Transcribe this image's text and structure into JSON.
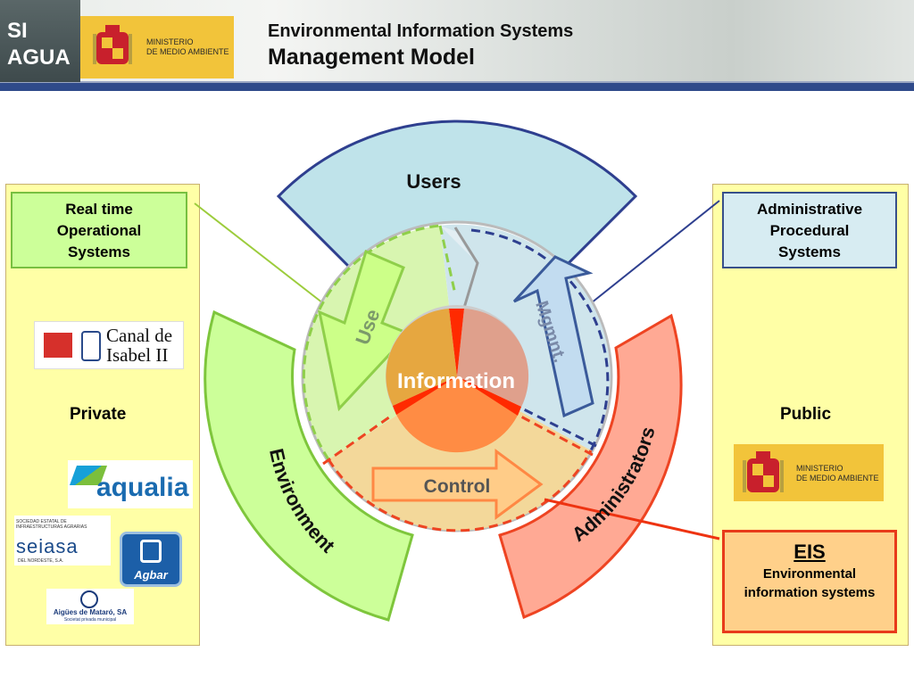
{
  "header": {
    "brand": [
      "SI",
      "AGUA"
    ],
    "ministry": [
      "MINISTERIO",
      "DE MEDIO AMBIENTE"
    ],
    "title": "Environmental Information Systems",
    "subtitle": "Management Model"
  },
  "left_panel": {
    "box": [
      "Real time",
      "Operational",
      "Systems"
    ],
    "label": "Private",
    "logos": {
      "canal": [
        "Canal de",
        "Isabel II"
      ],
      "aqualia": "aqualia",
      "seiasa_small": "SOCIEDAD ESTATAL DE INFRAESTRUCTURAS AGRARIAS",
      "seiasa": "seiasa",
      "seiasa_sub": "DEL NORDESTE, S.A.",
      "agbar": "Agbar",
      "matar": "Aigües de Mataró, SA",
      "matar_sub": "Societat privada municipal"
    }
  },
  "right_panel": {
    "box": [
      "Administrative",
      "Procedural",
      "Systems"
    ],
    "label": "Public",
    "ministry": [
      "MINISTERIO",
      "DE MEDIO AMBIENTE"
    ],
    "eis": {
      "title": "EIS",
      "desc": [
        "Environmental",
        "information  systems"
      ]
    }
  },
  "diagram": {
    "users": "Users",
    "environment": "Environment",
    "administrators": "Administrators",
    "use": "Use",
    "mgmnt": "Mgmnt.",
    "control": "Control",
    "information": "Information"
  },
  "colors": {
    "users_fill": "#bfe3ea",
    "users_stroke": "#2e3f8f",
    "env_fill": "#ccff99",
    "env_stroke": "#7ec63c",
    "admin_fill": "#ffa994",
    "admin_stroke": "#ee4422",
    "panel_fill": "#ffffa6"
  }
}
